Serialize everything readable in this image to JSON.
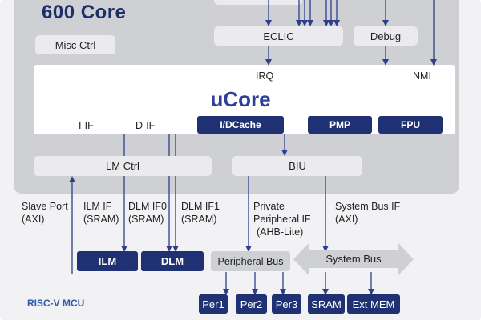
{
  "core": {
    "title": "600 Core",
    "misc_ctrl": "Misc Ctrl",
    "eclic": "ECLIC",
    "debug": "Debug",
    "ucore": {
      "title": "uCore",
      "irq": "IRQ",
      "nmi": "NMI",
      "i_if": "I-IF",
      "d_if": "D-IF",
      "cache": "I/DCache",
      "pmp": "PMP",
      "fpu": "FPU"
    },
    "lm_ctrl": "LM Ctrl",
    "biu": "BIU"
  },
  "interfaces": {
    "slave_port": [
      "Slave Port",
      "(AXI)"
    ],
    "ilm_if": [
      "ILM IF",
      "(SRAM)"
    ],
    "dlm_if0": [
      "DLM IF0",
      "(SRAM)"
    ],
    "dlm_if1": [
      "DLM IF1",
      "(SRAM)"
    ],
    "private_periph": [
      "Private",
      "Peripheral IF",
      "(AHB-Lite)"
    ],
    "system_bus_if": [
      "System Bus IF",
      "(AXI)"
    ]
  },
  "mcu": {
    "ilm": "ILM",
    "dlm": "DLM",
    "peripheral_bus": "Peripheral Bus",
    "system_bus": "System Bus",
    "per1": "Per1",
    "per2": "Per2",
    "per3": "Per3",
    "sram": "SRAM",
    "ext_mem": "Ext MEM",
    "label": "RISC-V MCU"
  },
  "colors": {
    "navy": "#1f3073",
    "core_gray": "#cfd0d3",
    "title_blue": "#2e3f9c",
    "wire_blue": "#2d3f8c"
  }
}
